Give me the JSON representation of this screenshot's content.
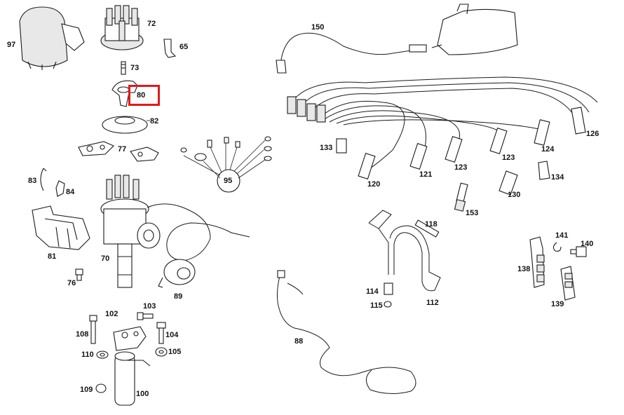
{
  "diagram": {
    "highlight_color": "#e01a1a",
    "highlighted_part": "80",
    "labels": {
      "p97": "97",
      "p72": "72",
      "p65": "65",
      "p73": "73",
      "p80": "80",
      "p82": "82",
      "p77": "77",
      "p83": "83",
      "p84": "84",
      "p81": "81",
      "p70": "70",
      "p76": "76",
      "p89": "89",
      "p95": "95",
      "p102": "102",
      "p103": "103",
      "p108": "108",
      "p104": "104",
      "p110": "110",
      "p105": "105",
      "p109": "109",
      "p100": "100",
      "p150": "150",
      "p133": "133",
      "p120": "120",
      "p121": "121",
      "p123a": "123",
      "p123b": "123",
      "p124": "124",
      "p126": "126",
      "p134": "134",
      "p130": "130",
      "p153": "153",
      "p118": "118",
      "p114": "114",
      "p115": "115",
      "p112": "112",
      "p88": "88",
      "p141": "141",
      "p140": "140",
      "p138": "138",
      "p139": "139"
    }
  }
}
